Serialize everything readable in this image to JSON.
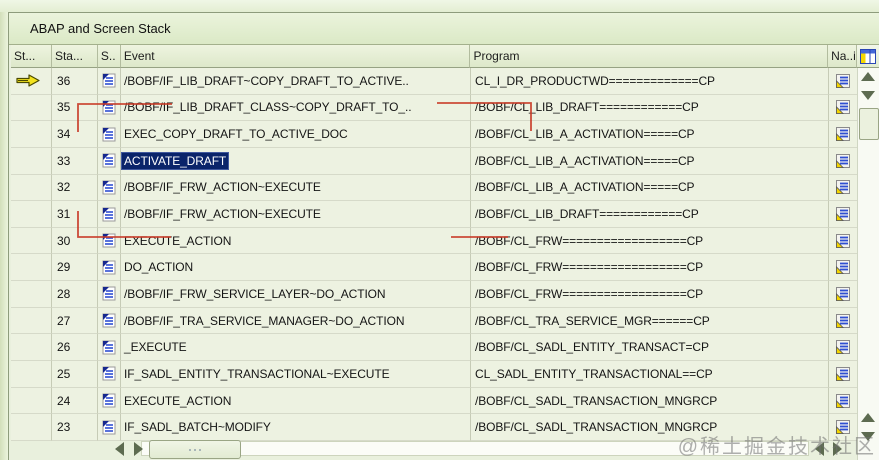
{
  "panel": {
    "title": "ABAP and Screen Stack"
  },
  "table": {
    "columns": [
      {
        "label": "St..."
      },
      {
        "label": "Sta..."
      },
      {
        "label": "S.."
      },
      {
        "label": "Event"
      },
      {
        "label": "Program"
      },
      {
        "label": "Na..i"
      }
    ],
    "rows": [
      {
        "stack": "36",
        "current": true,
        "selected": false,
        "event": "/BOBF/IF_LIB_DRAFT~COPY_DRAFT_TO_ACTIVE..",
        "program": "CL_I_DR_PRODUCTWD=============CP"
      },
      {
        "stack": "35",
        "current": false,
        "selected": false,
        "event": "/BOBF/IF_LIB_DRAFT_CLASS~COPY_DRAFT_TO_..",
        "program": "/BOBF/CL_LIB_DRAFT============CP"
      },
      {
        "stack": "34",
        "current": false,
        "selected": false,
        "event": "EXEC_COPY_DRAFT_TO_ACTIVE_DOC",
        "program": "/BOBF/CL_LIB_A_ACTIVATION=====CP"
      },
      {
        "stack": "33",
        "current": false,
        "selected": true,
        "event": "ACTIVATE_DRAFT",
        "program": "/BOBF/CL_LIB_A_ACTIVATION=====CP"
      },
      {
        "stack": "32",
        "current": false,
        "selected": false,
        "event": "/BOBF/IF_FRW_ACTION~EXECUTE",
        "program": "/BOBF/CL_LIB_A_ACTIVATION=====CP"
      },
      {
        "stack": "31",
        "current": false,
        "selected": false,
        "event": "/BOBF/IF_FRW_ACTION~EXECUTE",
        "program": "/BOBF/CL_LIB_DRAFT============CP"
      },
      {
        "stack": "30",
        "current": false,
        "selected": false,
        "event": "EXECUTE_ACTION",
        "program": "/BOBF/CL_FRW==================CP"
      },
      {
        "stack": "29",
        "current": false,
        "selected": false,
        "event": "DO_ACTION",
        "program": "/BOBF/CL_FRW==================CP"
      },
      {
        "stack": "28",
        "current": false,
        "selected": false,
        "event": "/BOBF/IF_FRW_SERVICE_LAYER~DO_ACTION",
        "program": "/BOBF/CL_FRW==================CP"
      },
      {
        "stack": "27",
        "current": false,
        "selected": false,
        "event": "/BOBF/IF_TRA_SERVICE_MANAGER~DO_ACTION",
        "program": "/BOBF/CL_TRA_SERVICE_MGR======CP"
      },
      {
        "stack": "26",
        "current": false,
        "selected": false,
        "event": "_EXECUTE",
        "program": "/BOBF/CL_SADL_ENTITY_TRANSACT=CP"
      },
      {
        "stack": "25",
        "current": false,
        "selected": false,
        "event": "IF_SADL_ENTITY_TRANSACTIONAL~EXECUTE",
        "program": "CL_SADL_ENTITY_TRANSACTIONAL==CP"
      },
      {
        "stack": "24",
        "current": false,
        "selected": false,
        "event": "EXECUTE_ACTION",
        "program": "/BOBF/CL_SADL_TRANSACTION_MNGRCP"
      },
      {
        "stack": "23",
        "current": false,
        "selected": false,
        "event": "IF_SADL_BATCH~MODIFY",
        "program": "/BOBF/CL_SADL_TRANSACTION_MNGRCP"
      }
    ]
  },
  "icons": {
    "current_position": "yellow-right-arrow",
    "event_type": "abap-event-page-icon",
    "navigation": "display-detail-icon",
    "corner": "column-configuration-icon"
  },
  "colors": {
    "selection_bg": "#0a246a",
    "selection_text": "#ffffff",
    "annotation_red": "#c83826",
    "arrow_yellow": "#f2e21e",
    "panel_green": "#e9f0dd"
  },
  "watermark": "@稀土掘金技术社区"
}
